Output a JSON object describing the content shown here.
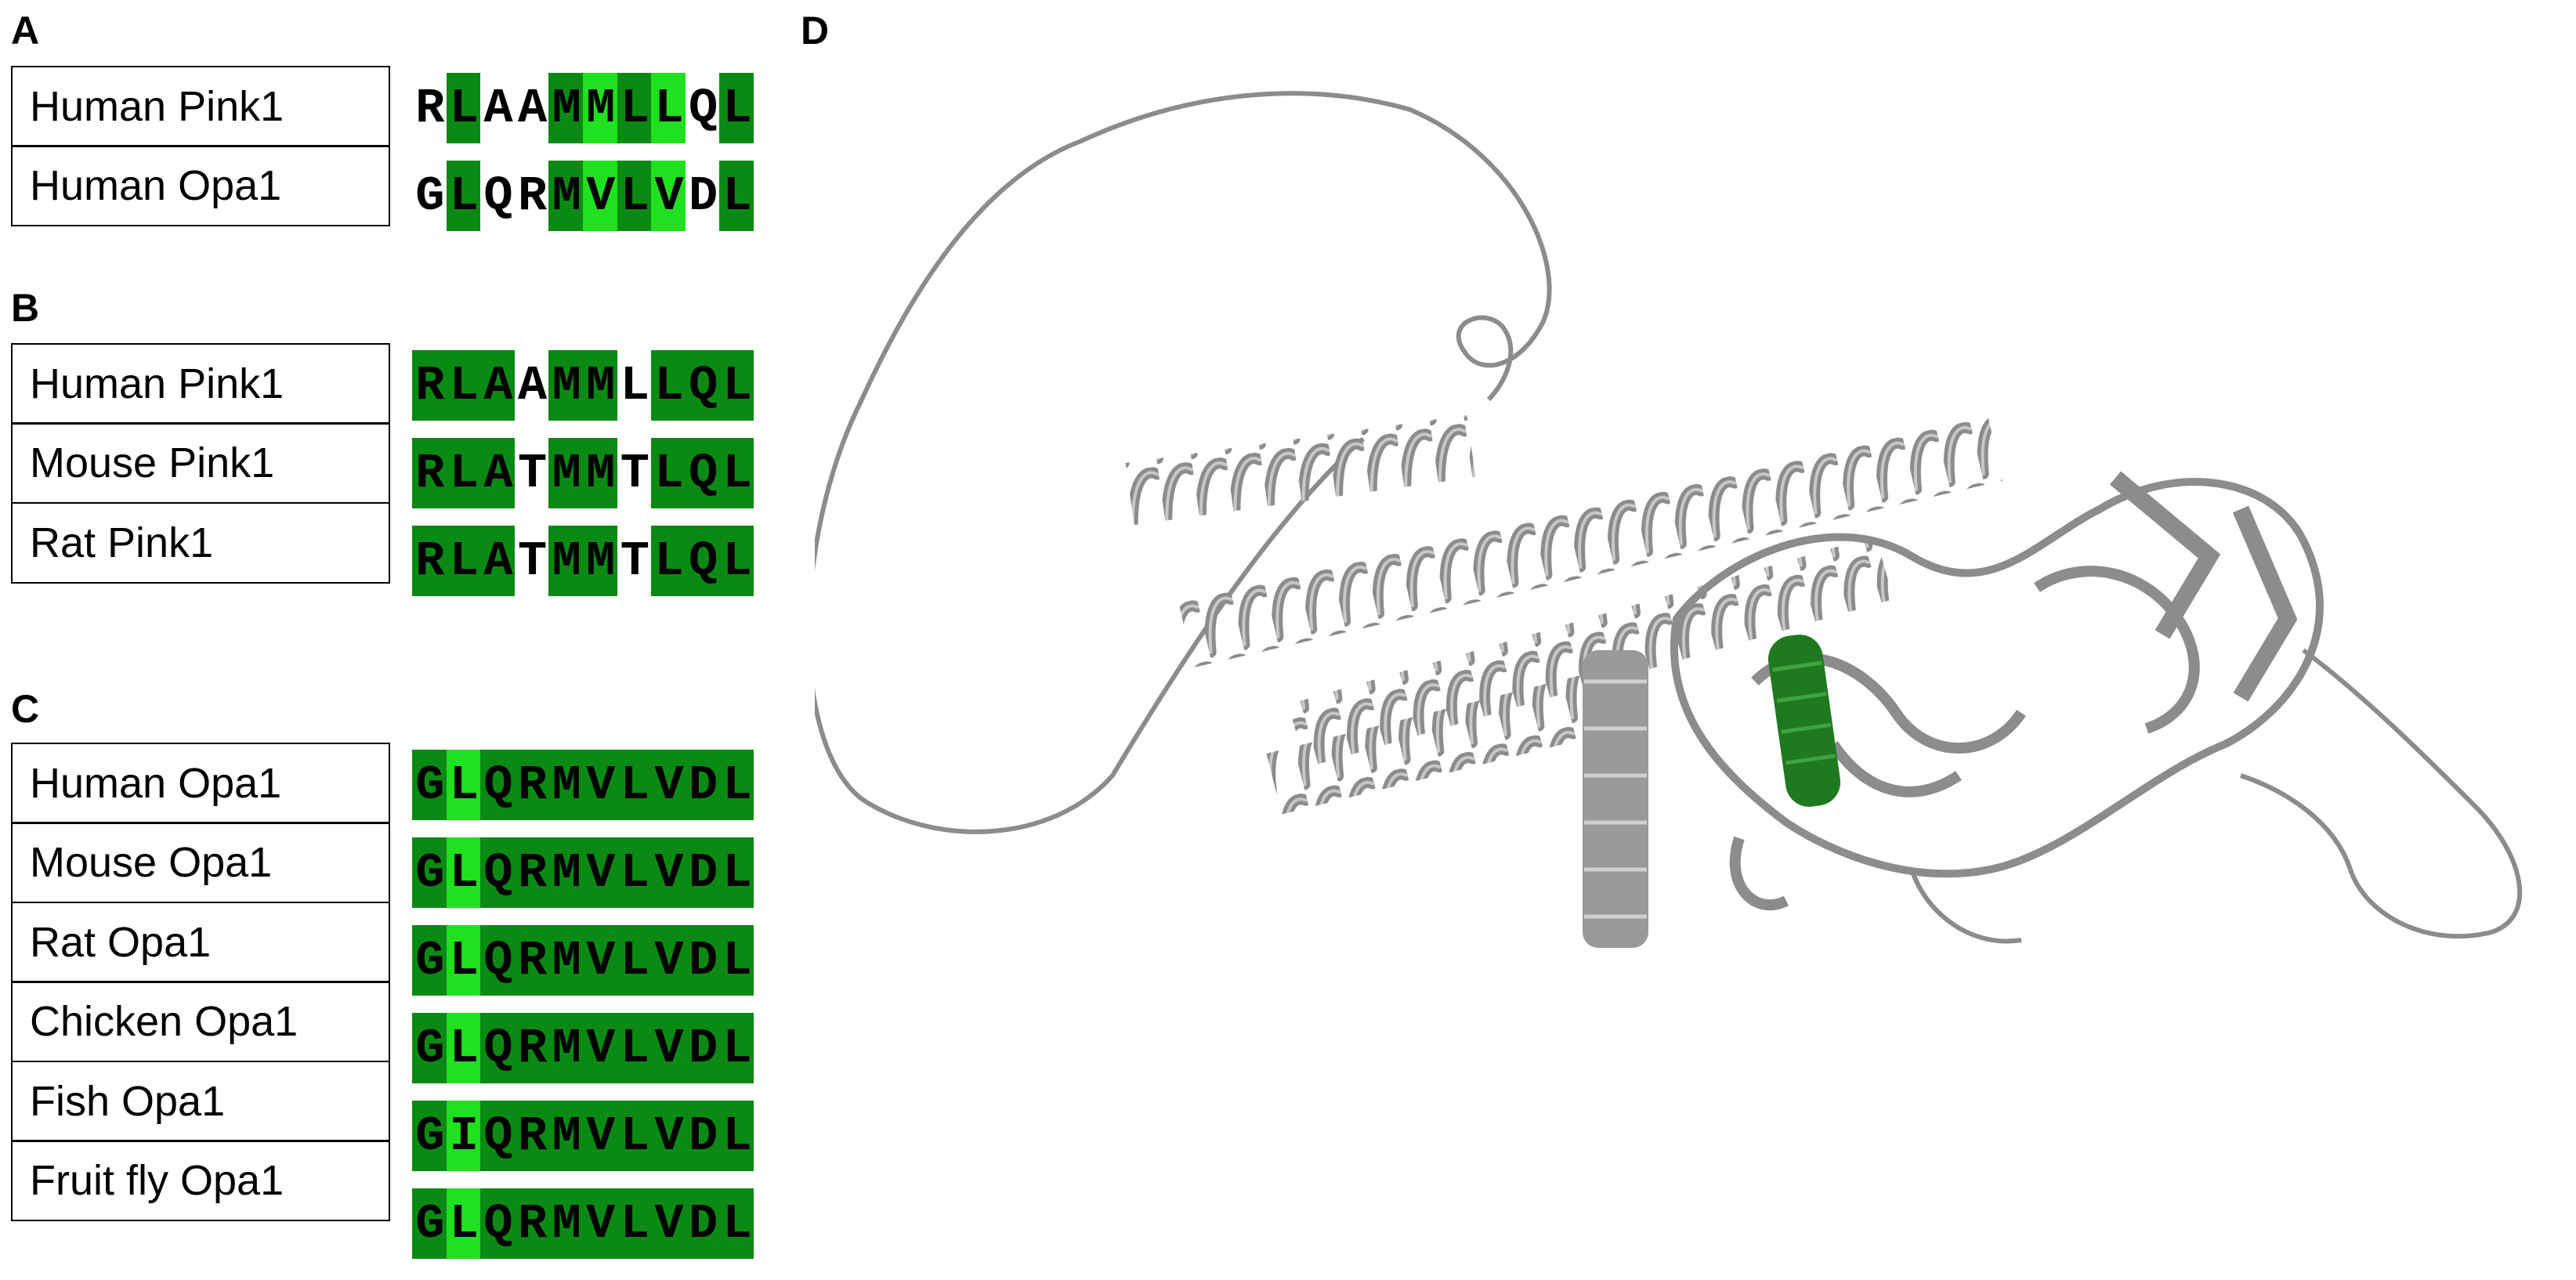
{
  "panels": {
    "a": {
      "letter": "A",
      "rows": [
        {
          "name": "Human Pink1",
          "residues": [
            "R",
            "L",
            "A",
            "A",
            "M",
            "M",
            "L",
            "L",
            "Q",
            "L"
          ],
          "shade": [
            0,
            1,
            0,
            0,
            1,
            2,
            1,
            2,
            0,
            1
          ]
        },
        {
          "name": "Human Opa1",
          "residues": [
            "G",
            "L",
            "Q",
            "R",
            "M",
            "V",
            "L",
            "V",
            "D",
            "L"
          ],
          "shade": [
            0,
            1,
            0,
            0,
            1,
            2,
            1,
            2,
            0,
            1
          ]
        }
      ]
    },
    "b": {
      "letter": "B",
      "rows": [
        {
          "name": "Human Pink1",
          "residues": [
            "R",
            "L",
            "A",
            "A",
            "M",
            "M",
            "L",
            "L",
            "Q",
            "L"
          ],
          "shade": [
            1,
            1,
            1,
            0,
            1,
            1,
            0,
            1,
            1,
            1
          ]
        },
        {
          "name": "Mouse Pink1",
          "residues": [
            "R",
            "L",
            "A",
            "T",
            "M",
            "M",
            "T",
            "L",
            "Q",
            "L"
          ],
          "shade": [
            1,
            1,
            1,
            0,
            1,
            1,
            0,
            1,
            1,
            1
          ]
        },
        {
          "name": "Rat Pink1",
          "residues": [
            "R",
            "L",
            "A",
            "T",
            "M",
            "M",
            "T",
            "L",
            "Q",
            "L"
          ],
          "shade": [
            1,
            1,
            1,
            0,
            1,
            1,
            0,
            1,
            1,
            1
          ]
        }
      ]
    },
    "c": {
      "letter": "C",
      "rows": [
        {
          "name": "Human Opa1",
          "residues": [
            "G",
            "L",
            "Q",
            "R",
            "M",
            "V",
            "L",
            "V",
            "D",
            "L"
          ],
          "shade": [
            1,
            2,
            1,
            1,
            1,
            1,
            1,
            1,
            1,
            1
          ]
        },
        {
          "name": "Mouse Opa1",
          "residues": [
            "G",
            "L",
            "Q",
            "R",
            "M",
            "V",
            "L",
            "V",
            "D",
            "L"
          ],
          "shade": [
            1,
            2,
            1,
            1,
            1,
            1,
            1,
            1,
            1,
            1
          ]
        },
        {
          "name": "Rat Opa1",
          "residues": [
            "G",
            "L",
            "Q",
            "R",
            "M",
            "V",
            "L",
            "V",
            "D",
            "L"
          ],
          "shade": [
            1,
            2,
            1,
            1,
            1,
            1,
            1,
            1,
            1,
            1
          ]
        },
        {
          "name": "Chicken Opa1",
          "residues": [
            "G",
            "L",
            "Q",
            "R",
            "M",
            "V",
            "L",
            "V",
            "D",
            "L"
          ],
          "shade": [
            1,
            2,
            1,
            1,
            1,
            1,
            1,
            1,
            1,
            1
          ]
        },
        {
          "name": "Fish Opa1",
          "residues": [
            "G",
            "I",
            "Q",
            "R",
            "M",
            "V",
            "L",
            "V",
            "D",
            "L"
          ],
          "shade": [
            1,
            2,
            1,
            1,
            1,
            1,
            1,
            1,
            1,
            1
          ]
        },
        {
          "name": "Fruit fly Opa1",
          "residues": [
            "G",
            "L",
            "Q",
            "R",
            "M",
            "V",
            "L",
            "V",
            "D",
            "L"
          ],
          "shade": [
            1,
            2,
            1,
            1,
            1,
            1,
            1,
            1,
            1,
            1
          ]
        }
      ]
    },
    "d": {
      "letter": "D"
    }
  },
  "colors": {
    "conserved_dark": "#0a8a14",
    "conserved_light": "#1fe11f",
    "structure_gray": "#8c8c8c",
    "highlight_helix": "#1f7a1f"
  }
}
